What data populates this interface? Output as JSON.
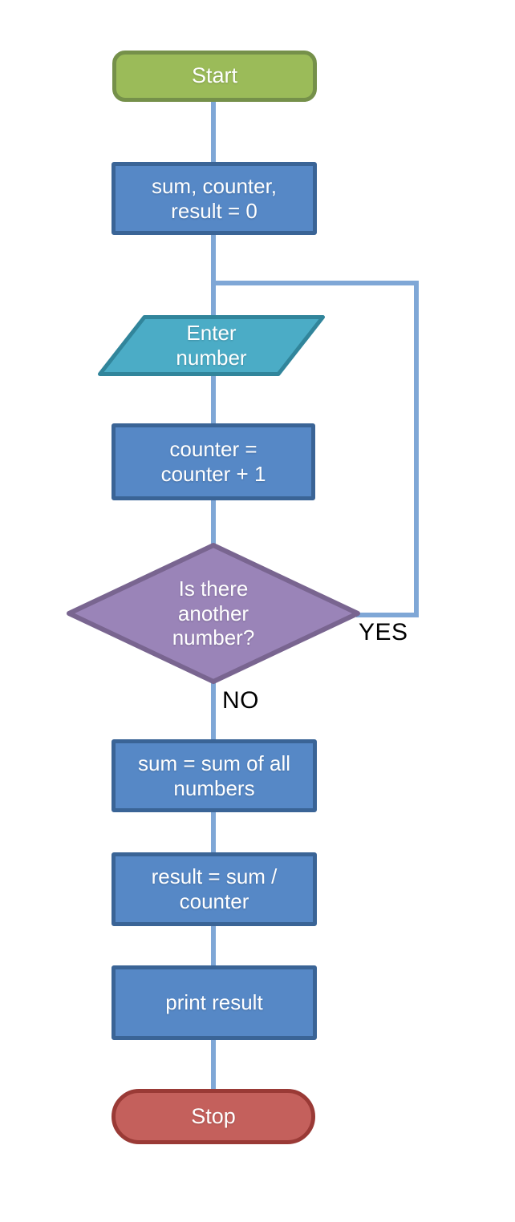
{
  "flowchart": {
    "nodes": {
      "start": {
        "label": "Start",
        "shape": "terminator"
      },
      "init": {
        "label": "sum, counter, result = 0",
        "shape": "process"
      },
      "enter_number": {
        "label": "Enter number",
        "shape": "input-parallelogram"
      },
      "increment": {
        "label": "counter = counter + 1",
        "shape": "process"
      },
      "decision": {
        "label": "Is there another number?",
        "shape": "decision-diamond"
      },
      "sum_all": {
        "label": "sum = sum of all numbers",
        "shape": "process"
      },
      "compute_result": {
        "label": "result = sum / counter",
        "shape": "process"
      },
      "print_result": {
        "label": "print result",
        "shape": "process"
      },
      "stop": {
        "label": "Stop",
        "shape": "terminator"
      }
    },
    "edge_labels": {
      "yes": "YES",
      "no": "NO"
    },
    "colors": {
      "start_fill": "#9bbb59",
      "start_border": "#75904a",
      "process_fill": "#5688c6",
      "process_border": "#3a6496",
      "input_fill": "#4bacc6",
      "input_border": "#31859b",
      "decision_fill": "#9a84b8",
      "decision_border": "#796590",
      "stop_fill": "#c4605c",
      "stop_border": "#9a3a36",
      "connector": "#7fa7d6",
      "node_text": "#ffffff",
      "edge_label_text": "#000000"
    }
  }
}
